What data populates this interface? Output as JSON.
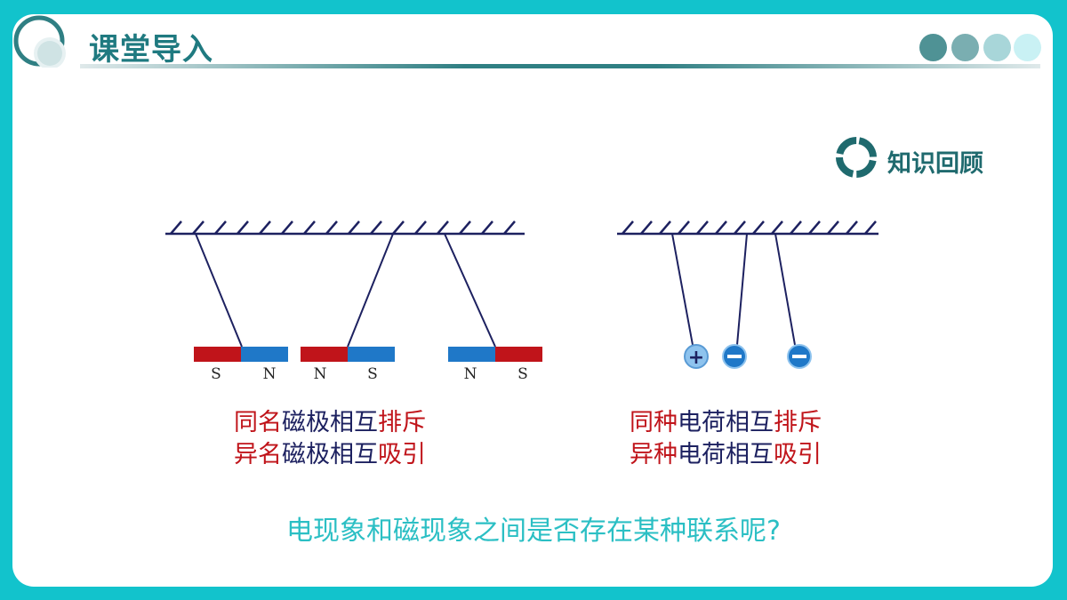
{
  "header": {
    "title": "课堂导入"
  },
  "review": {
    "label": "知识回顾"
  },
  "magnets": {
    "pole_labels": [
      "S",
      "N",
      "N",
      "S",
      "N",
      "S"
    ],
    "caption_line1": {
      "red": "同名",
      "navy": "磁极相互",
      "red2": "排斥"
    },
    "caption_line2": {
      "red": "异名",
      "navy": "磁极相互",
      "red2": "吸引"
    }
  },
  "charges": {
    "signs": [
      "+",
      "−",
      "−"
    ],
    "caption_line1": {
      "red": "同种",
      "navy": "电荷相互",
      "red2": "排斥"
    },
    "caption_line2": {
      "red": "异种",
      "navy": "电荷相互",
      "red2": "吸引"
    }
  },
  "question": "电现象和磁现象之间是否存在某种联系呢?",
  "colors": {
    "frame": "#12c3cc",
    "accent_teal": "#1f7a80",
    "magnet_red": "#c0141a",
    "magnet_blue": "#1f78c8",
    "caption_red": "#c0141a",
    "caption_navy": "#1d2160",
    "question": "#2bbfc4"
  }
}
